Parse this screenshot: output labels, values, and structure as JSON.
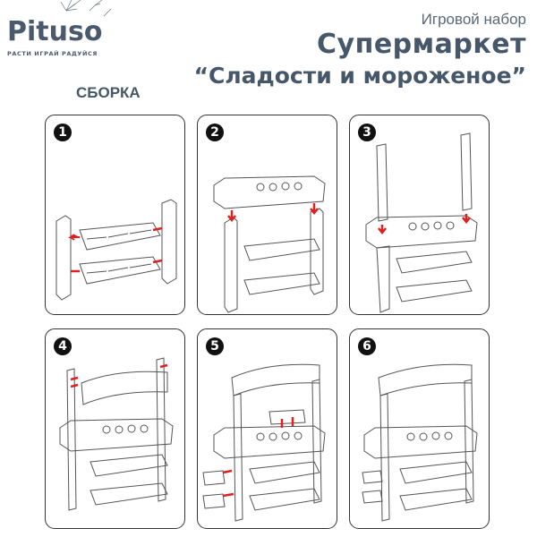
{
  "brand": {
    "logo_text": "Pituso",
    "tagline": "РАСТИ ИГРАЙ РАДУЙСЯ",
    "color": "#4a5a6c"
  },
  "header": {
    "subtitle": "Игровой набор",
    "title": "Супермаркет",
    "product_name": "“Сладости и мороженое”"
  },
  "section_title": "СБОРКА",
  "steps": [
    {
      "number": "1",
      "description_icon": "shelves-attach-sides-illustration"
    },
    {
      "number": "2",
      "description_icon": "counter-top-attach-illustration"
    },
    {
      "number": "3",
      "description_icon": "posts-insert-illustration"
    },
    {
      "number": "4",
      "description_icon": "sign-board-attach-illustration"
    },
    {
      "number": "5",
      "description_icon": "side-baskets-and-scale-attach-illustration"
    },
    {
      "number": "6",
      "description_icon": "assembled-stand-illustration"
    }
  ],
  "colors": {
    "text": "#46576a",
    "panel_border": "#333333",
    "arrow": "#e02020",
    "line_art": "#555555"
  }
}
